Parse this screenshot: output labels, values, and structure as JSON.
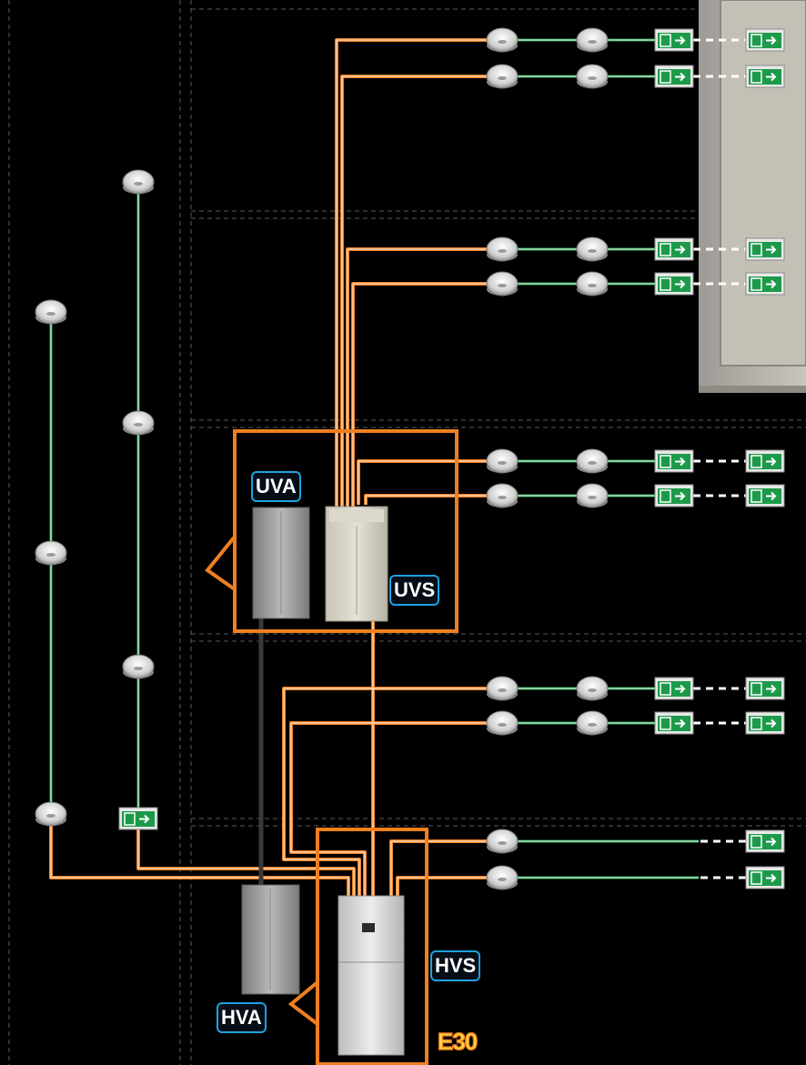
{
  "labels": {
    "uva": "UVA",
    "uvs": "UVS",
    "hva": "HVA",
    "hvs": "HVS",
    "fire_rating": "E30"
  },
  "colors": {
    "background": "#000000",
    "fire_cable": "#f07f20",
    "data_line": "#1fa14a",
    "label_border": "#1fa2e0",
    "exit_sign": "#1c9a4a",
    "grid": "#5a5a5a"
  },
  "icons": [
    "ceiling-luminaire-icon",
    "exit-sign-icon",
    "distribution-cabinet-icon",
    "battery-cabinet-icon"
  ]
}
